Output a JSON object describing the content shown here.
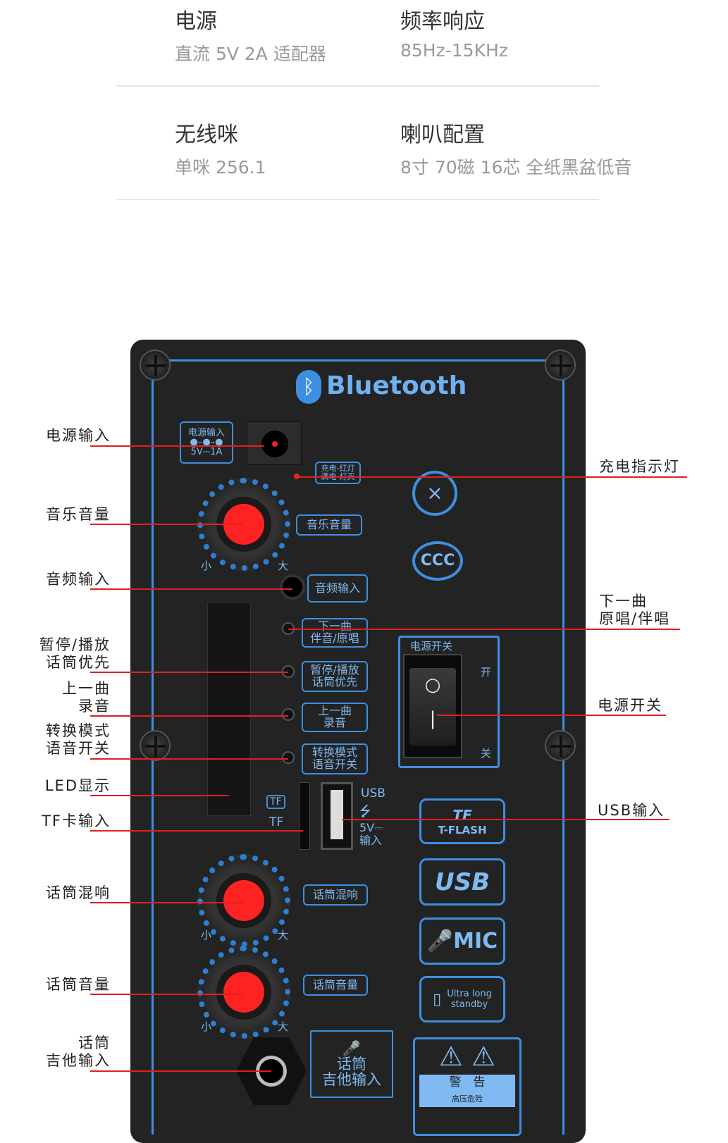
{
  "specs": [
    {
      "title": "电源",
      "value": "直流 5V 2A 适配器"
    },
    {
      "title": "频率响应",
      "value": "85Hz-15KHz"
    },
    {
      "title": "无线咪",
      "value": "单咪 256.1"
    },
    {
      "title": "喇叭配置",
      "value": "8寸 70磁 16芯 全纸黑盆低音"
    }
  ],
  "panel": {
    "brand": "Bluetooth",
    "power_input_label": [
      "电源输入",
      "5V⎓1A"
    ],
    "charge_label": [
      "充电-红灯",
      "满电-灯灭"
    ],
    "music_volume": "音乐音量",
    "small": "小",
    "big": "大",
    "audio_in": "音频输入",
    "buttons": [
      [
        "下一曲",
        "伴音/原唱"
      ],
      [
        "暂停/播放",
        "话筒优先"
      ],
      [
        "上一曲",
        "录音"
      ],
      [
        "转换模式",
        "语音开关"
      ]
    ],
    "power_switch": {
      "title": "电源开关",
      "on": "开",
      "off": "关"
    },
    "tf_icon": "TF",
    "tf": "TF",
    "usb": "USB",
    "usb_power": [
      "5V⎓",
      "输入"
    ],
    "mic_echo": "话筒混响",
    "mic_volume": "话筒音量",
    "guitar_in": [
      "话筒",
      "吉他输入"
    ],
    "tflash": "T-FLASH",
    "tf_script": "TF",
    "usb_logo": "USB",
    "mic_logo": "MIC",
    "standby": [
      "Ultra long",
      "standby"
    ],
    "warning": [
      "警　告",
      "高压危险"
    ]
  },
  "annotations_left": [
    [
      "电源输入"
    ],
    [
      "音乐音量"
    ],
    [
      "音频输入"
    ],
    [
      "暂停/播放",
      "话筒优先"
    ],
    [
      "上一曲",
      "录音"
    ],
    [
      "转换模式",
      "语音开关"
    ],
    [
      "LED显示"
    ],
    [
      "TF卡输入"
    ],
    [
      "话筒混响"
    ],
    [
      "话筒音量"
    ],
    [
      "话筒",
      "吉他输入"
    ]
  ],
  "annotations_right": [
    [
      "充电指示灯"
    ],
    [
      "下一曲",
      "原唱/伴唱"
    ],
    [
      "电源开关"
    ],
    [
      "USB输入"
    ]
  ],
  "colors": {
    "accent": "#3d8fe0",
    "annotation_line": "#e02020",
    "knob": "#f22"
  }
}
